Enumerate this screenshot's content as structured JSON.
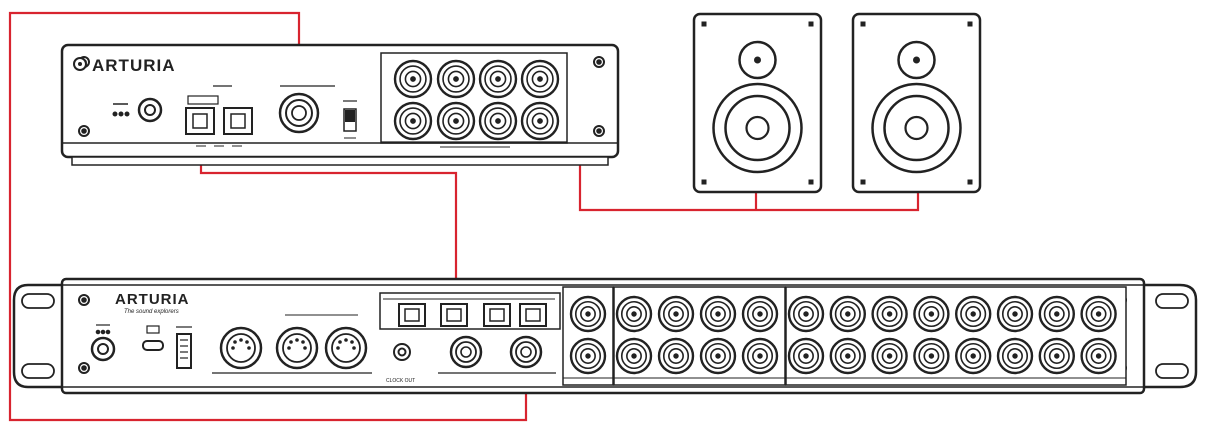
{
  "colors": {
    "cable": "#d8242f",
    "outline": "#222222",
    "background": "#ffffff"
  },
  "top_device": {
    "brand": "ARTURIA"
  },
  "bottom_device": {
    "brand": "ARTURIA",
    "tagline": "The sound explorers",
    "clock_out_label": "CLOCK OUT"
  }
}
